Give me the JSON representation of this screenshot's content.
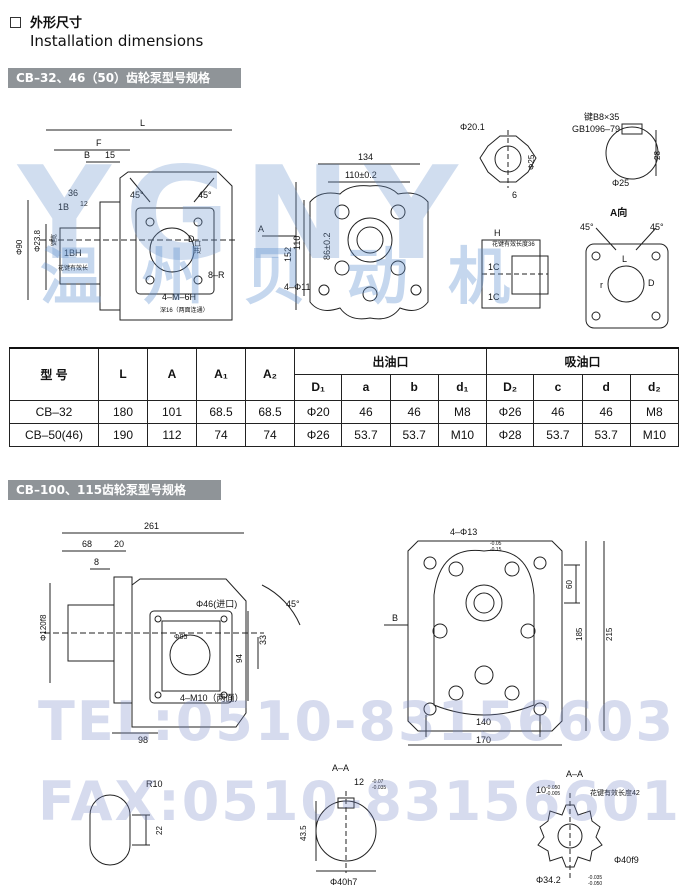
{
  "header": {
    "title_zh": "外形尺寸",
    "title_en": "Installation dimensions"
  },
  "section1": {
    "title": "CB–32、46（50）齿轮泵型号规格",
    "side_dims": [
      "L",
      "F",
      "B",
      "15",
      "36",
      "1B",
      "12",
      "Φ90",
      "Φ23.8",
      "1BH",
      "键宽",
      "花键有效长",
      "45°",
      "45°",
      "D",
      "进口",
      "8–R",
      "4–M–6H",
      "深16（两面连通）"
    ],
    "front_dims": [
      "134",
      "110±0.2",
      "A",
      "152",
      "110",
      "86±0.2",
      "4–Φ11"
    ],
    "shaft_dims": [
      "Φ20.1",
      "Φ25",
      "6",
      "键B8×35",
      "GB1096–79",
      "28",
      "Φ25"
    ],
    "c_view_dims": [
      "H",
      "花键有效长度36",
      "1C",
      "1C"
    ],
    "a_view": {
      "title": "A向",
      "labels": [
        "45°",
        "45°",
        "r",
        "L",
        "D"
      ]
    }
  },
  "spec_table": {
    "header_model": "型 号",
    "header_L": "L",
    "header_A": "A",
    "header_A1": "A₁",
    "header_A2": "A₂",
    "group_out": "出油口",
    "group_in": "吸油口",
    "sub_out": [
      "D₁",
      "a",
      "b",
      "d₁"
    ],
    "sub_in": [
      "D₂",
      "c",
      "d",
      "d₂"
    ],
    "rows": [
      [
        "CB–32",
        "180",
        "101",
        "68.5",
        "68.5",
        "Φ20",
        "46",
        "46",
        "M8",
        "Φ26",
        "46",
        "46",
        "M8"
      ],
      [
        "CB–50(46)",
        "190",
        "112",
        "74",
        "74",
        "Φ26",
        "53.7",
        "53.7",
        "M10",
        "Φ28",
        "53.7",
        "53.7",
        "M10"
      ]
    ]
  },
  "section2": {
    "title": "CB–100、115齿轮泵型号规格",
    "side_dims": [
      "261",
      "68",
      "20",
      "8",
      "Φ120f8",
      "45°",
      "Φ46(进口)",
      "Φ95",
      "33",
      "94",
      "4–M10（两面）",
      "98"
    ],
    "front_dims": [
      "4–Φ13",
      "B",
      "60",
      "185",
      "215",
      "140",
      "170"
    ],
    "detail_dims": [
      "R10",
      "22",
      "A–A",
      "12",
      "43.5",
      "Φ40h7",
      "A–A",
      "10",
      "花键有效长度42",
      "Φ40f9",
      "Φ34.2"
    ],
    "tol_small": [
      "-0.07",
      "-0.035",
      "-0.050",
      "-0.005",
      "-0.035",
      "-0.050",
      "-0.05",
      "-0.15"
    ]
  },
  "watermark": {
    "logo": "YGNY",
    "cn": "温州贝动机",
    "tel": "TEL:0510-83156603",
    "fax": "FAX:0510-83156601"
  }
}
